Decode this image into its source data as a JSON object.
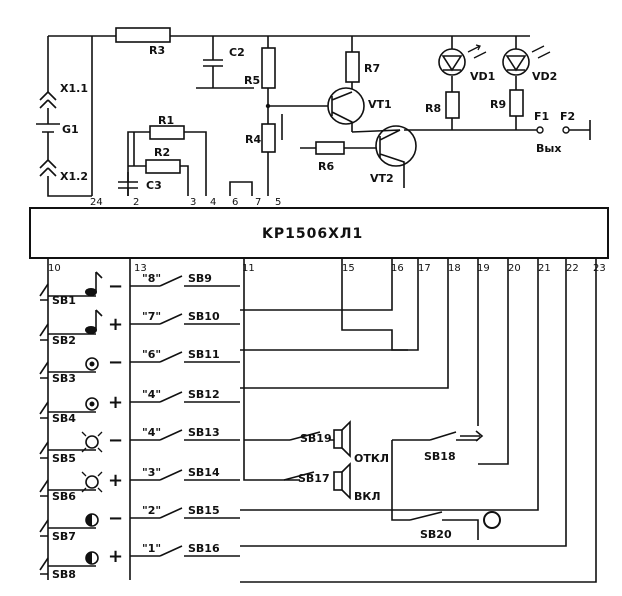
{
  "ic": {
    "name": "KP1506XЛ1",
    "top_pins": [
      "24",
      "2",
      "3",
      "4",
      "6",
      "7",
      "5"
    ],
    "bottom_pins": [
      "10",
      "13",
      "11",
      "15",
      "16",
      "17",
      "18",
      "19",
      "20",
      "21",
      "22",
      "23"
    ]
  },
  "components": {
    "r1": "R1",
    "r2": "R2",
    "r3": "R3",
    "r4": "R4",
    "r5": "R5",
    "r6": "R6",
    "r7": "R7",
    "r8": "R8",
    "r9": "R9",
    "c2": "C2",
    "c3": "C3",
    "g1": "G1",
    "x11": "X1.1",
    "x12": "X1.2",
    "vt1": "VT1",
    "vt2": "VT2",
    "vd1": "VD1",
    "vd2": "VD2",
    "f1": "F1",
    "f2": "F2",
    "vyh": "Вых"
  },
  "left_switches": [
    "SB1",
    "SB2",
    "SB3",
    "SB4",
    "SB5",
    "SB6",
    "SB7",
    "SB8"
  ],
  "key_switches": [
    {
      "code": "\"8\"",
      "name": "SB9",
      "sign": "−"
    },
    {
      "code": "\"7\"",
      "name": "SB10",
      "sign": "+"
    },
    {
      "code": "\"6\"",
      "name": "SB11",
      "sign": "−"
    },
    {
      "code": "\"4\"",
      "name": "SB12",
      "sign": "+"
    },
    {
      "code": "\"4\"",
      "name": "SB13",
      "sign": "−"
    },
    {
      "code": "\"3\"",
      "name": "SB14",
      "sign": "+"
    },
    {
      "code": "\"2\"",
      "name": "SB15",
      "sign": "−"
    },
    {
      "code": "\"1\"",
      "name": "SB16",
      "sign": "+"
    }
  ],
  "extra": {
    "sb19": "SB19",
    "sb17": "SB17",
    "sb18": "SB18",
    "sb20": "SB20",
    "otkl": "ОТКЛ",
    "vkl": "ВКЛ"
  }
}
